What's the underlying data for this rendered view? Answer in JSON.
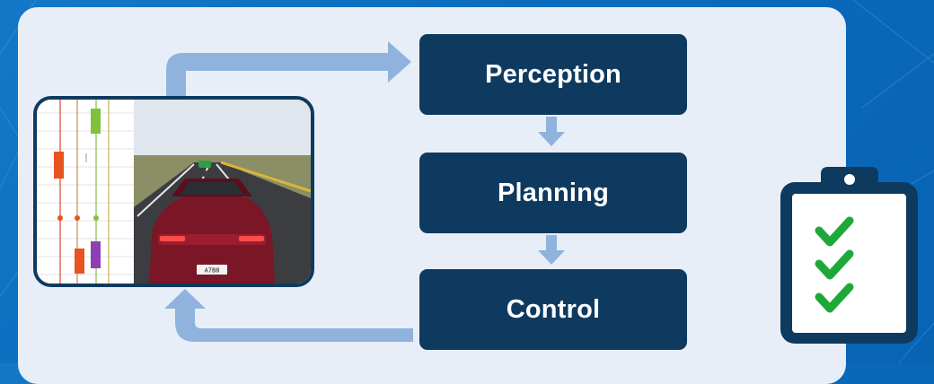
{
  "diagram": {
    "stages": [
      {
        "label": "Perception"
      },
      {
        "label": "Planning"
      },
      {
        "label": "Control"
      }
    ],
    "simulation_view": {
      "plate_text": "A7B8"
    },
    "icons": [
      "clipboard-icon",
      "checkmark-icon"
    ],
    "colors": {
      "background": "#0a6bbd",
      "panel": "#e8eef7",
      "stage_box": "#0f3a5f",
      "arrow": "#8fb3dc",
      "check": "#1fa83a"
    }
  }
}
